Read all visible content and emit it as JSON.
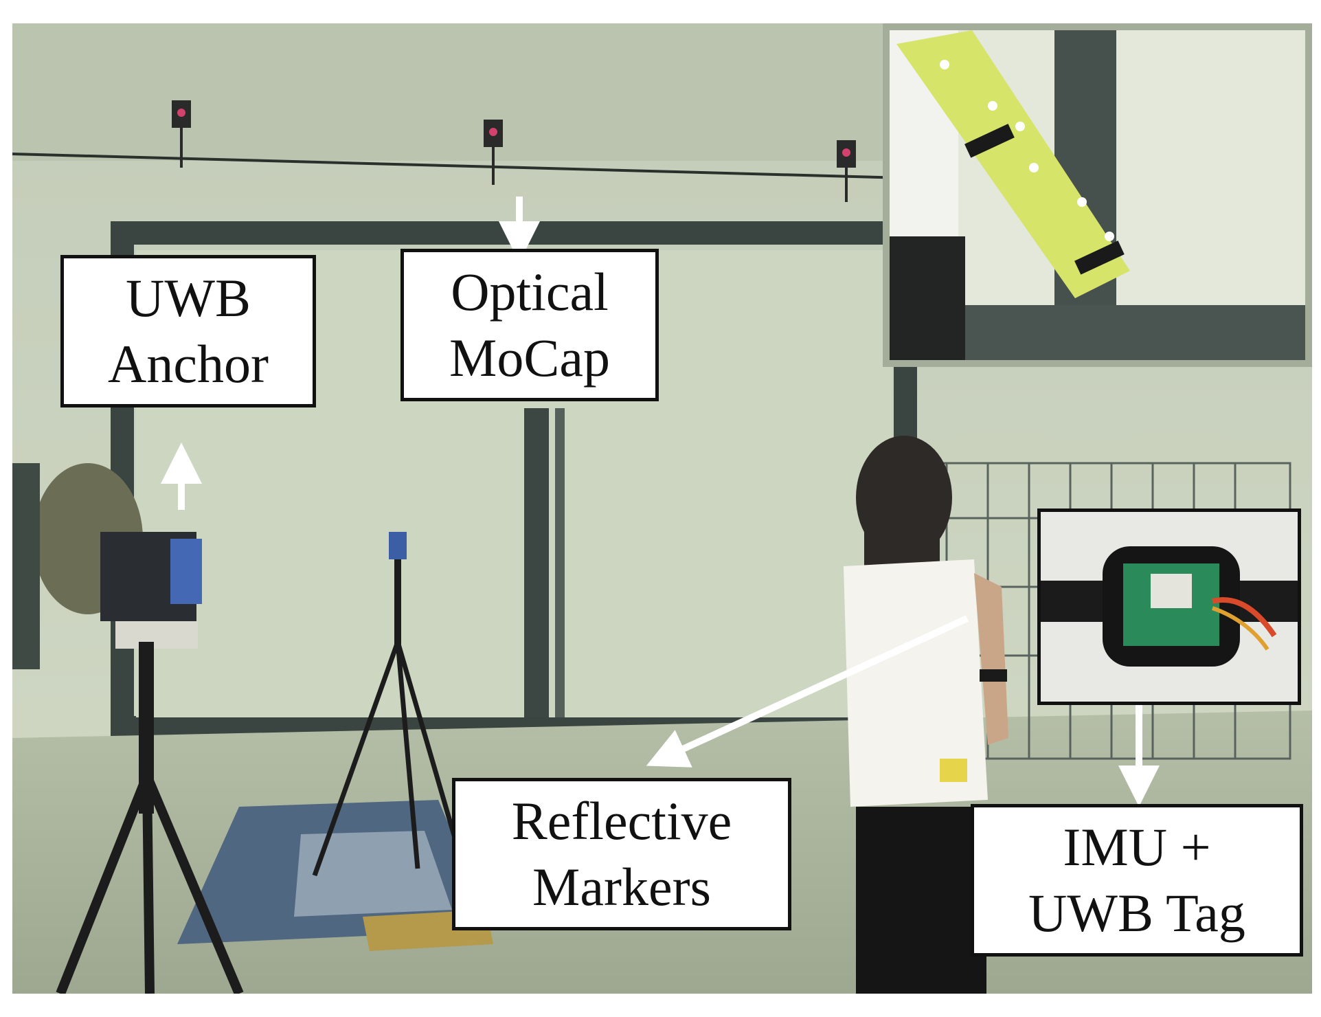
{
  "image": {
    "description_colors": {
      "wall": "#c9d3bd",
      "floor": "#a9b39b",
      "door_frame": "#3a4440",
      "arrow": "#ffffff",
      "label_border": "#111111"
    }
  },
  "labels": {
    "uwb_anchor": {
      "line1": "UWB",
      "line2": "Anchor"
    },
    "optical_mocap": {
      "line1": "Optical",
      "line2": "MoCap"
    },
    "reflective_markers": {
      "line1": "Reflective",
      "line2": "Markers"
    },
    "imu_uwb_tag": {
      "line1": "IMU +",
      "line2": "UWB Tag"
    }
  },
  "icons": {
    "arrows": [
      "arrow-down-icon",
      "arrow-up-icon",
      "arrow-diagonal-icon",
      "arrow-down-icon"
    ]
  }
}
